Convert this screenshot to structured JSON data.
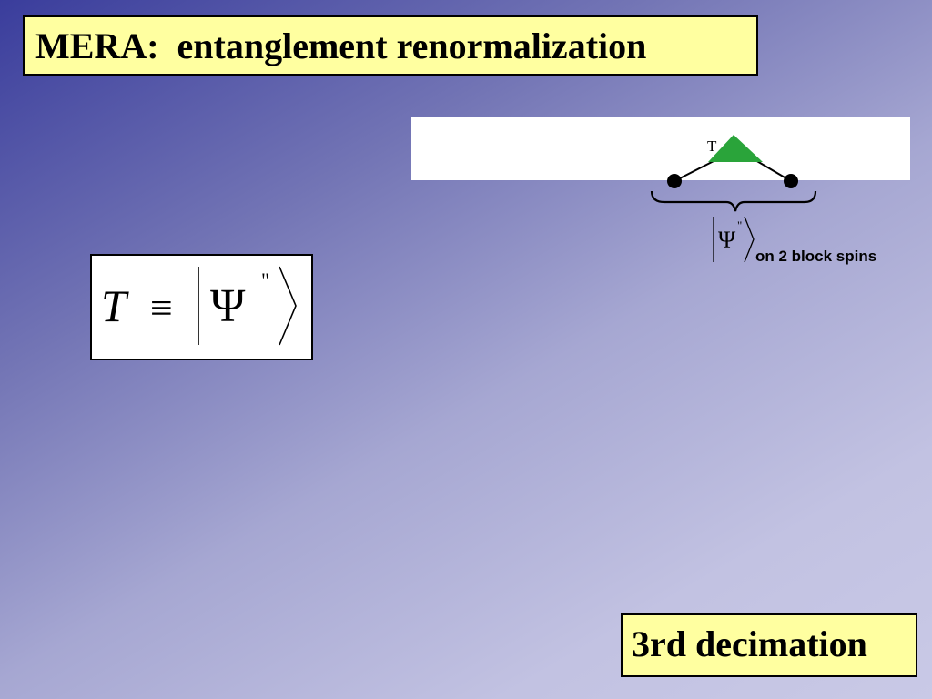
{
  "slide": {
    "title": "MERA:  entanglement renormalization",
    "decimation_label": "3rd decimation"
  },
  "diagram": {
    "tensor_label": "T",
    "tensor_color": "#2aa43a",
    "ket_symbol": "Ψ",
    "ket_mark": "\"",
    "block_caption": "on 2 block spins"
  },
  "equation": {
    "lhs": "T",
    "relation": "≡",
    "ket_symbol": "Ψ",
    "ket_mark": "\""
  },
  "colors": {
    "box_fill": "#ffffa0",
    "gradient_dark": "#3a3d9c",
    "gradient_light": "#c9c9e6"
  }
}
